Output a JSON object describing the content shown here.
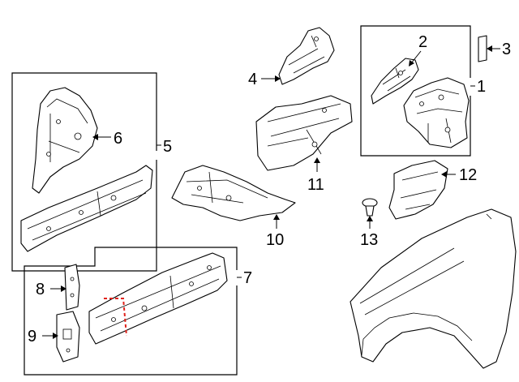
{
  "diagram": {
    "callouts": [
      {
        "id": "1",
        "label": "1"
      },
      {
        "id": "2",
        "label": "2"
      },
      {
        "id": "3",
        "label": "3"
      },
      {
        "id": "4",
        "label": "4"
      },
      {
        "id": "5",
        "label": "5"
      },
      {
        "id": "6",
        "label": "6"
      },
      {
        "id": "7",
        "label": "7"
      },
      {
        "id": "8",
        "label": "8"
      },
      {
        "id": "9",
        "label": "9"
      },
      {
        "id": "10",
        "label": "10"
      },
      {
        "id": "11",
        "label": "11"
      },
      {
        "id": "12",
        "label": "12"
      },
      {
        "id": "13",
        "label": "13"
      }
    ],
    "colors": {
      "line": "#000000",
      "background": "#ffffff",
      "cut_line": "#e0221b"
    }
  }
}
